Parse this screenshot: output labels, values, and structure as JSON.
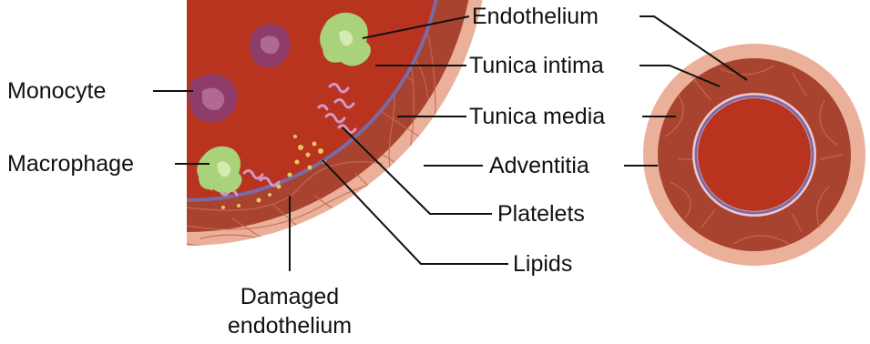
{
  "diagram": {
    "header_fragment": "",
    "labels": {
      "endothelium": "Endothelium",
      "tunica_intima": "Tunica intima",
      "tunica_media": "Tunica media",
      "adventitia": "Adventitia",
      "platelets": "Platelets",
      "lipids": "Lipids",
      "monocyte": "Monocyte",
      "macrophage": "Macrophage",
      "damaged_endothelium_line1": "Damaged",
      "damaged_endothelium_line2": "endothelium"
    },
    "colors": {
      "lumen": "#b8341f",
      "media": "#a8432f",
      "adventitia": "#ebb09a",
      "intima": "#7a6aa6",
      "monocyte": "#8e3d6a",
      "macrophage": "#a9d27a",
      "platelet": "#d596c9",
      "lipid": "#e8c85a",
      "text": "#111111"
    }
  }
}
